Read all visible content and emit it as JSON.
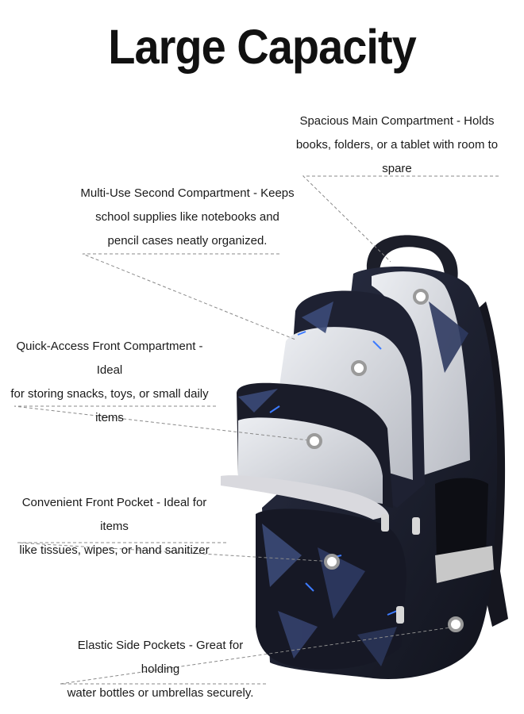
{
  "title": "Large Capacity",
  "callouts": [
    {
      "lines": [
        "Spacious Main Compartment - Holds",
        "books, folders, or a tablet with room to",
        "spare"
      ]
    },
    {
      "lines": [
        "Multi-Use Second Compartment - Keeps",
        "school supplies like notebooks and",
        "pencil cases neatly organized."
      ]
    },
    {
      "lines": [
        "Quick-Access Front Compartment - Ideal",
        "for storing snacks, toys, or small daily",
        "items"
      ]
    },
    {
      "lines": [
        "Convenient Front Pocket - Ideal for items",
        "like tissues, wipes, or hand sanitizer"
      ]
    },
    {
      "lines": [
        "Elastic Side Pockets - Great for holding",
        "water bottles or umbrellas securely."
      ]
    }
  ],
  "colors": {
    "bag": "#1b1d2b",
    "bag_facet": "#3b4a78",
    "accent_blue": "#3d7bff",
    "lining": "#d2d4da",
    "reflective": "#c8c8c8",
    "dot": "#9a9a9a"
  }
}
